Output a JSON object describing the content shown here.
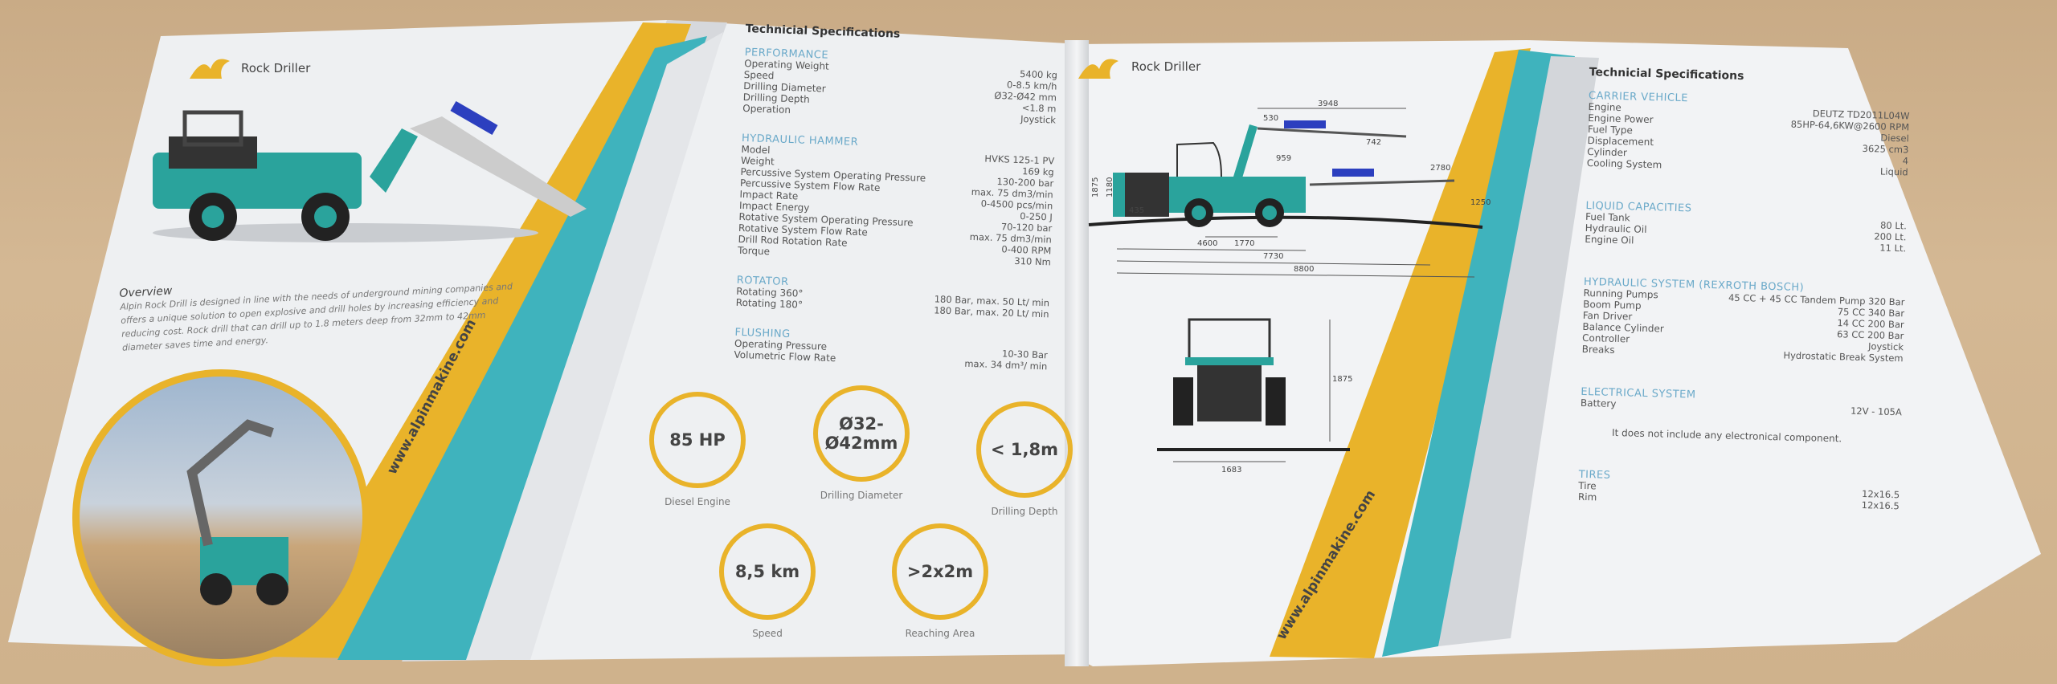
{
  "left_page": {
    "brand_title": "Rock Driller",
    "overview_heading": "Overview",
    "overview_text": "Alpin Rock Drill is designed in line with the needs of underground mining companies and offers a unique solution to open explosive and drill holes by increasing efficiency and reducing cost. Rock drill that can drill up to 1.8 meters deep from 32mm to 42mm diameter saves time and energy.",
    "website": "www.alpinmakine.com"
  },
  "spec_page_1": {
    "title": "Technicial Specifications",
    "sections": [
      {
        "name": "PERFORMANCE",
        "rows": [
          {
            "label": "Operating Weight",
            "value": "5400 kg"
          },
          {
            "label": "Speed",
            "value": "0-8.5 km/h"
          },
          {
            "label": "Drilling Diameter",
            "value": "Ø32-Ø42 mm"
          },
          {
            "label": "Drilling Depth",
            "value": "<1.8 m"
          },
          {
            "label": "Operation",
            "value": "Joystick"
          }
        ]
      },
      {
        "name": "HYDRAULIC HAMMER",
        "rows": [
          {
            "label": "Model",
            "value": "HVKS 125-1 PV"
          },
          {
            "label": "Weight",
            "value": "169 kg"
          },
          {
            "label": "Percussive System Operating Pressure",
            "value": "130-200 bar"
          },
          {
            "label": "Percussive System Flow Rate",
            "value": "max. 75 dm3/min"
          },
          {
            "label": "Impact Rate",
            "value": "0-4500 pcs/min"
          },
          {
            "label": "Impact Energy",
            "value": "0-250 J"
          },
          {
            "label": "Rotative System Operating Pressure",
            "value": "70-120 bar"
          },
          {
            "label": "Rotative System Flow Rate",
            "value": "max. 75 dm3/min"
          },
          {
            "label": "Drill Rod Rotation Rate",
            "value": "0-400 RPM"
          },
          {
            "label": "Torque",
            "value": "310 Nm"
          }
        ]
      },
      {
        "name": "ROTATOR",
        "rows": [
          {
            "label": "Rotating 360°",
            "value": "180 Bar, max. 50 Lt/ min"
          },
          {
            "label": "Rotating 180°",
            "value": "180 Bar, max. 20 Lt/ min"
          }
        ]
      },
      {
        "name": "FLUSHING",
        "rows": [
          {
            "label": "Operating Pressure",
            "value": "10-30 Bar"
          },
          {
            "label": "Volumetric Flow Rate",
            "value": "max. 34 dm³/ min"
          }
        ]
      }
    ],
    "highlights": [
      {
        "value": "85 HP",
        "label": "Diesel Engine"
      },
      {
        "value": "Ø32- Ø42mm",
        "label": "Drilling Diameter"
      },
      {
        "value": "< 1,8m",
        "label": "Drilling Depth"
      },
      {
        "value": "8,5 km",
        "label": "Speed"
      },
      {
        "value": ">2x2m",
        "label": "Reaching Area"
      }
    ]
  },
  "right_page": {
    "brand_title": "Rock Driller",
    "website": "www.alpinmakine.com",
    "dimensions": {
      "d3948": "3948",
      "d530": "530",
      "d742": "742",
      "d959": "959",
      "d2780": "2780",
      "d1250": "1250",
      "d1875": "1875",
      "d1180": "1180",
      "d435": "435",
      "d1770": "1770",
      "d4600": "4600",
      "d7730": "7730",
      "d8800": "8800",
      "front_h": "1875",
      "front_w": "1683"
    }
  },
  "spec_page_2": {
    "title": "Technicial Specifications",
    "sections": [
      {
        "name": "CARRIER VEHICLE",
        "rows": [
          {
            "label": "Engine",
            "value": "DEUTZ TD2011L04W"
          },
          {
            "label": "Engine Power",
            "value": "85HP-64,6KW@2600 RPM"
          },
          {
            "label": "Fuel Type",
            "value": "Diesel"
          },
          {
            "label": "Displacement",
            "value": "3625 cm3"
          },
          {
            "label": "Cylinder",
            "value": "4"
          },
          {
            "label": "Cooling System",
            "value": "Liquid"
          }
        ]
      },
      {
        "name": "LIQUID CAPACITIES",
        "rows": [
          {
            "label": "Fuel Tank",
            "value": "80 Lt."
          },
          {
            "label": "Hydraulic Oil",
            "value": "200 Lt."
          },
          {
            "label": "Engine Oil",
            "value": "11 Lt."
          }
        ]
      },
      {
        "name": "HYDRAULIC SYSTEM (REXROTH BOSCH)",
        "rows": [
          {
            "label": "Running Pumps",
            "value": "45 CC + 45 CC Tandem Pump 320 Bar"
          },
          {
            "label": "Boom Pump",
            "value": "75 CC 340 Bar"
          },
          {
            "label": "Fan Driver",
            "value": "14 CC 200 Bar"
          },
          {
            "label": "Balance Cylinder",
            "value": "63 CC 200 Bar"
          },
          {
            "label": "Controller",
            "value": "Joystick"
          },
          {
            "label": "Breaks",
            "value": "Hydrostatic Break System"
          }
        ]
      },
      {
        "name": "ELECTRICAL SYSTEM",
        "rows": [
          {
            "label": "Battery",
            "value": "12V - 105A"
          }
        ]
      },
      {
        "name": "TIRES",
        "rows": [
          {
            "label": "Tire",
            "value": "12x16.5"
          },
          {
            "label": "Rim",
            "value": "12x16.5"
          }
        ]
      }
    ],
    "electrical_note": "It does not include any electronical component."
  },
  "colors": {
    "yellow": "#e9b32a",
    "teal": "#3fb3bd",
    "machine": "#2aa39c",
    "hammer": "#2c3fbf"
  }
}
